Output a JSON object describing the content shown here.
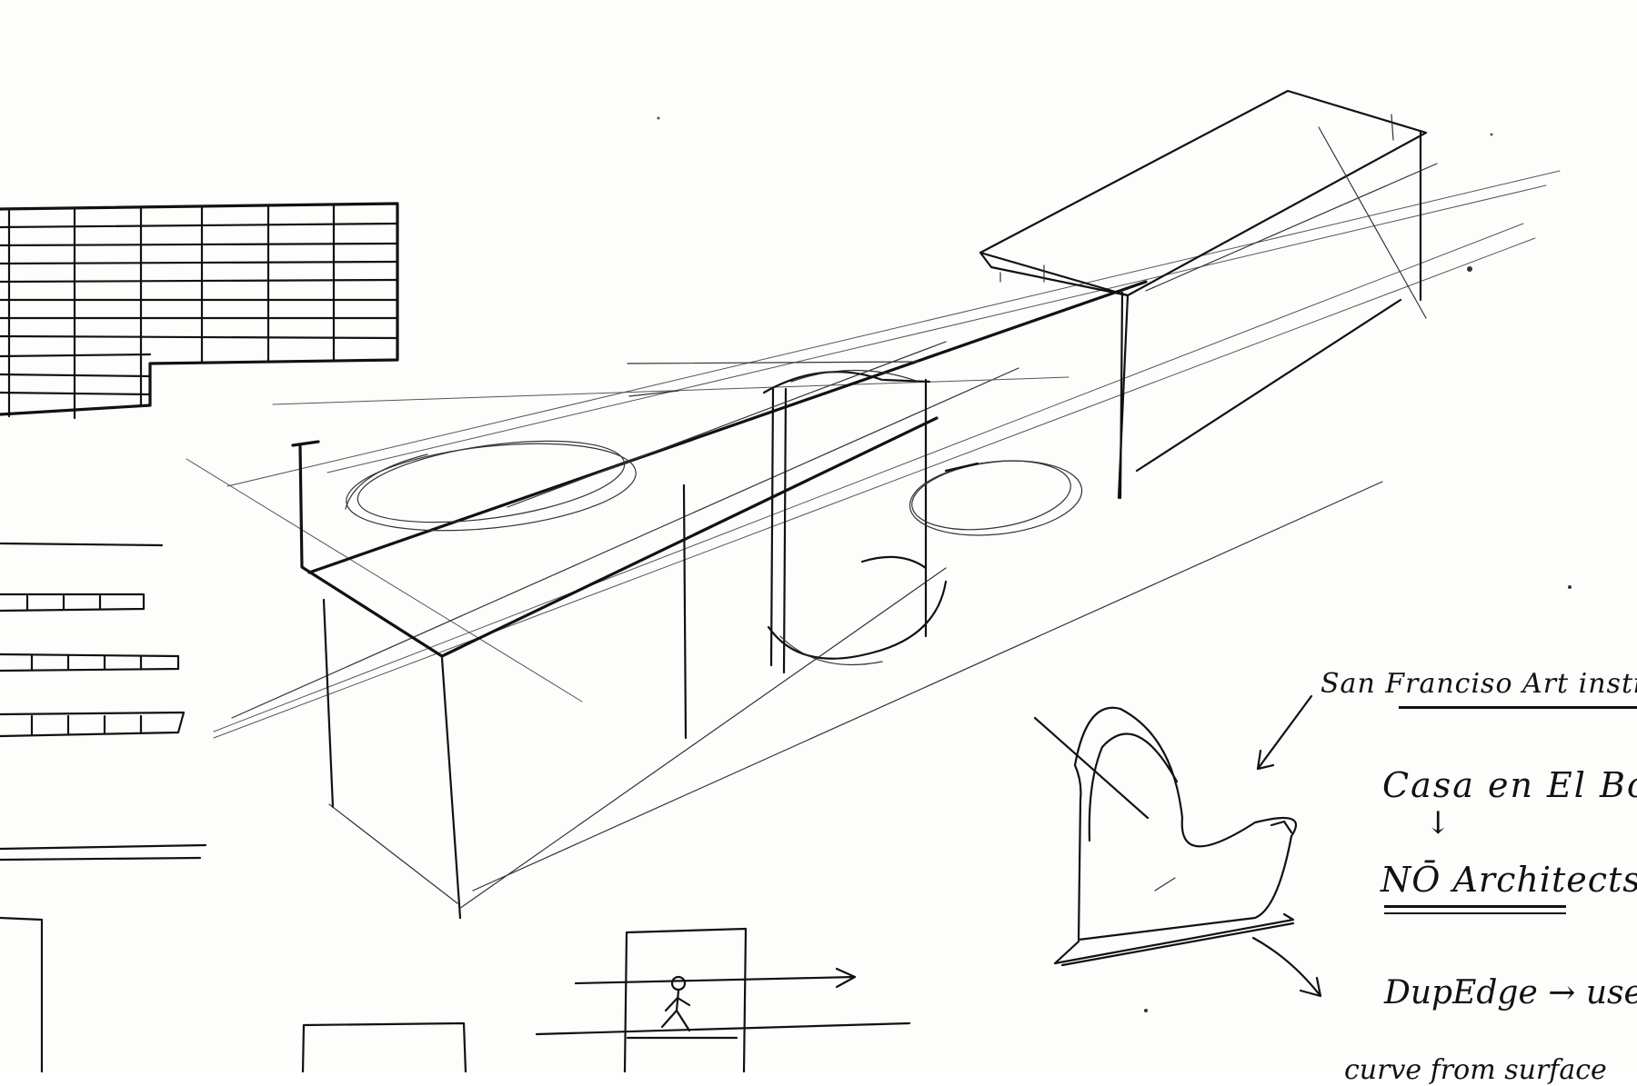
{
  "annotations": {
    "line1": "San  Franciso  Art  instit",
    "line2": "Casa  en  El  Bos",
    "arrow": "↓",
    "line3": "NŌ  Architects",
    "line4": "DupEdge  → usefu",
    "line5": "curve  from  surface"
  }
}
